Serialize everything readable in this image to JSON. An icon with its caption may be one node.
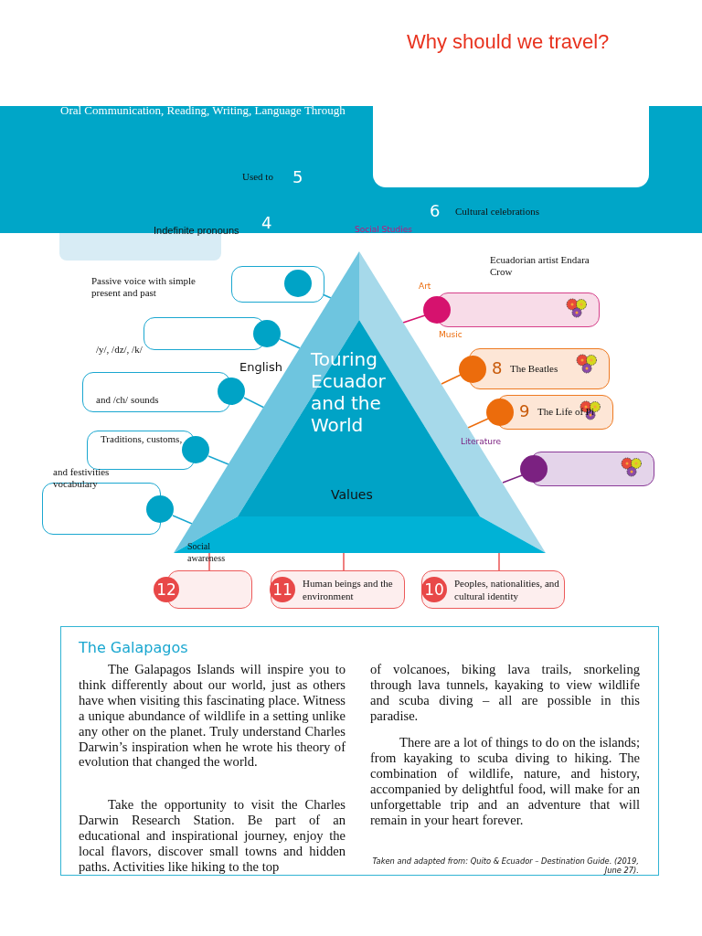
{
  "diagram": {
    "title": "Why should we travel?",
    "nodes": [
      {
        "text": [
          "Touring Ecuador and the World",
          "Values"
        ]
      },
      {
        "text": [],
        "shape": "box"
      },
      {
        "text": [],
        "shape": "box",
        "beside": [
          "/y/, /dz/, /k/"
        ]
      },
      {
        "text": [
          "and /ch/ sounds"
        ]
      },
      {
        "text": [
          "Traditions, customs,"
        ],
        "beside": [
          "and festivities vocabulary"
        ]
      },
      {
        "text": [],
        "shape": "box"
      },
      {
        "text": [],
        "shape": "box"
      },
      {
        "text": [
          "8",
          "The Beatles"
        ]
      },
      {
        "text": [
          "9",
          "The Life of Pi"
        ]
      },
      {
        "text": [],
        "shape": "box"
      },
      {
        "text": [
          "12"
        ]
      },
      {
        "text": [
          "11",
          "Human beings and the environment"
        ]
      },
      {
        "text": [
          "10",
          "Peoples, nationalities, and cultural identity"
        ]
      }
    ],
    "edges": [
      {
        "from": 1,
        "to": 0,
        "arrow": "none"
      },
      {
        "from": 2,
        "to": 0,
        "arrow": "none"
      },
      {
        "from": 3,
        "to": 0,
        "arrow": "none"
      },
      {
        "from": 4,
        "to": 0,
        "arrow": "none"
      },
      {
        "from": 5,
        "to": 0,
        "arrow": "none"
      },
      {
        "from": 6,
        "to": 0,
        "arrow": "none",
        "color": "#d6126e"
      },
      {
        "from": 7,
        "to": 0,
        "arrow": "none",
        "color": "#ec6c0c"
      },
      {
        "from": 8,
        "to": 0,
        "arrow": "none",
        "color": "#ec6c0c"
      },
      {
        "from": 9,
        "to": 0,
        "arrow": "none",
        "color": "#7b2181"
      },
      {
        "from": 10,
        "to": 0,
        "arrow": "none",
        "color": "#e84848"
      },
      {
        "from": 11,
        "to": 0,
        "arrow": "none",
        "color": "#e84848"
      },
      {
        "from": 12,
        "to": 0,
        "arrow": "none",
        "color": "#e84848"
      }
    ],
    "labels": [
      "Oral Communication, Reading, Writing, Language Through",
      "Used to",
      "5",
      "6",
      "Cultural celebrations",
      "Indefinite pronouns",
      "4",
      "Social Studies",
      "Art",
      "Music",
      "English",
      "Literature",
      "Social awareness",
      "The Galapagos",
      "The Galapagos Islands will inspire you to think differently about our world, just as others have when visiting this fascinating place. Witness a unique abundance of wildlife in a setting unlike any other on the planet. Truly understand Charles Darwin’s inspiration when he wrote his theory of evolution that changed the world.",
      "Take the opportunity to visit the Charles Darwin Research Station. Be part of an educational and inspirational journey, enjoy the local flavors, discover small towns and hidden paths. Activities like hiking to the top",
      "of volcanoes, biking lava trails, snorkeling through lava tunnels, kayaking to view wildlife and scuba diving – all are possible in this paradise.",
      "There are a lot of things to do on the islands; from kayaking to scuba diving to hiking. The combination of wildlife, nature, and history, accompanied by delightful food, will make for an unforgettable trip and an adventure that will remain in your heart forever.",
      "Taken and adapted from: Quito & Ecuador – Destination Guide. (2019, June 27).",
      "Passive voice with simple present and past",
      "Ecuadorian artist Endara Crow"
    ]
  }
}
